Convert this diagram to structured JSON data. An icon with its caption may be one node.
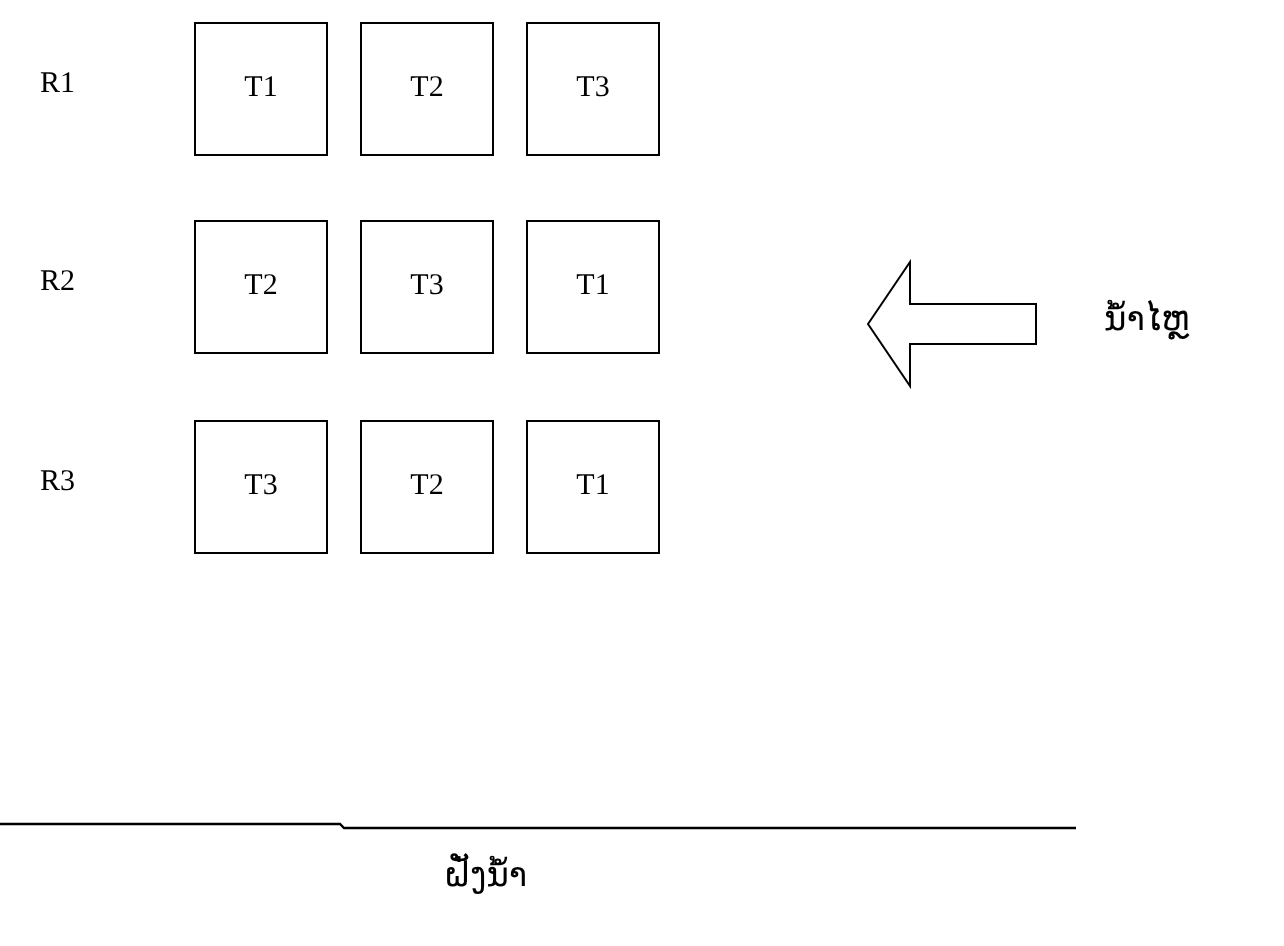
{
  "diagram": {
    "nodes": [
      {
        "text": [
          "T1"
        ]
      },
      {
        "text": [
          "T2"
        ]
      },
      {
        "text": [
          "T3"
        ]
      },
      {
        "text": [
          "T2"
        ]
      },
      {
        "text": [
          "T3"
        ]
      },
      {
        "text": [
          "T1"
        ]
      },
      {
        "text": [
          "T3"
        ]
      },
      {
        "text": [
          "T2"
        ]
      },
      {
        "text": [
          "T1"
        ]
      }
    ],
    "edges": [],
    "labels": [
      "R1",
      "R2",
      "R3",
      "ນ້ຳໄຫຼ",
      "ຝັ່ງນ້ຳ"
    ]
  }
}
